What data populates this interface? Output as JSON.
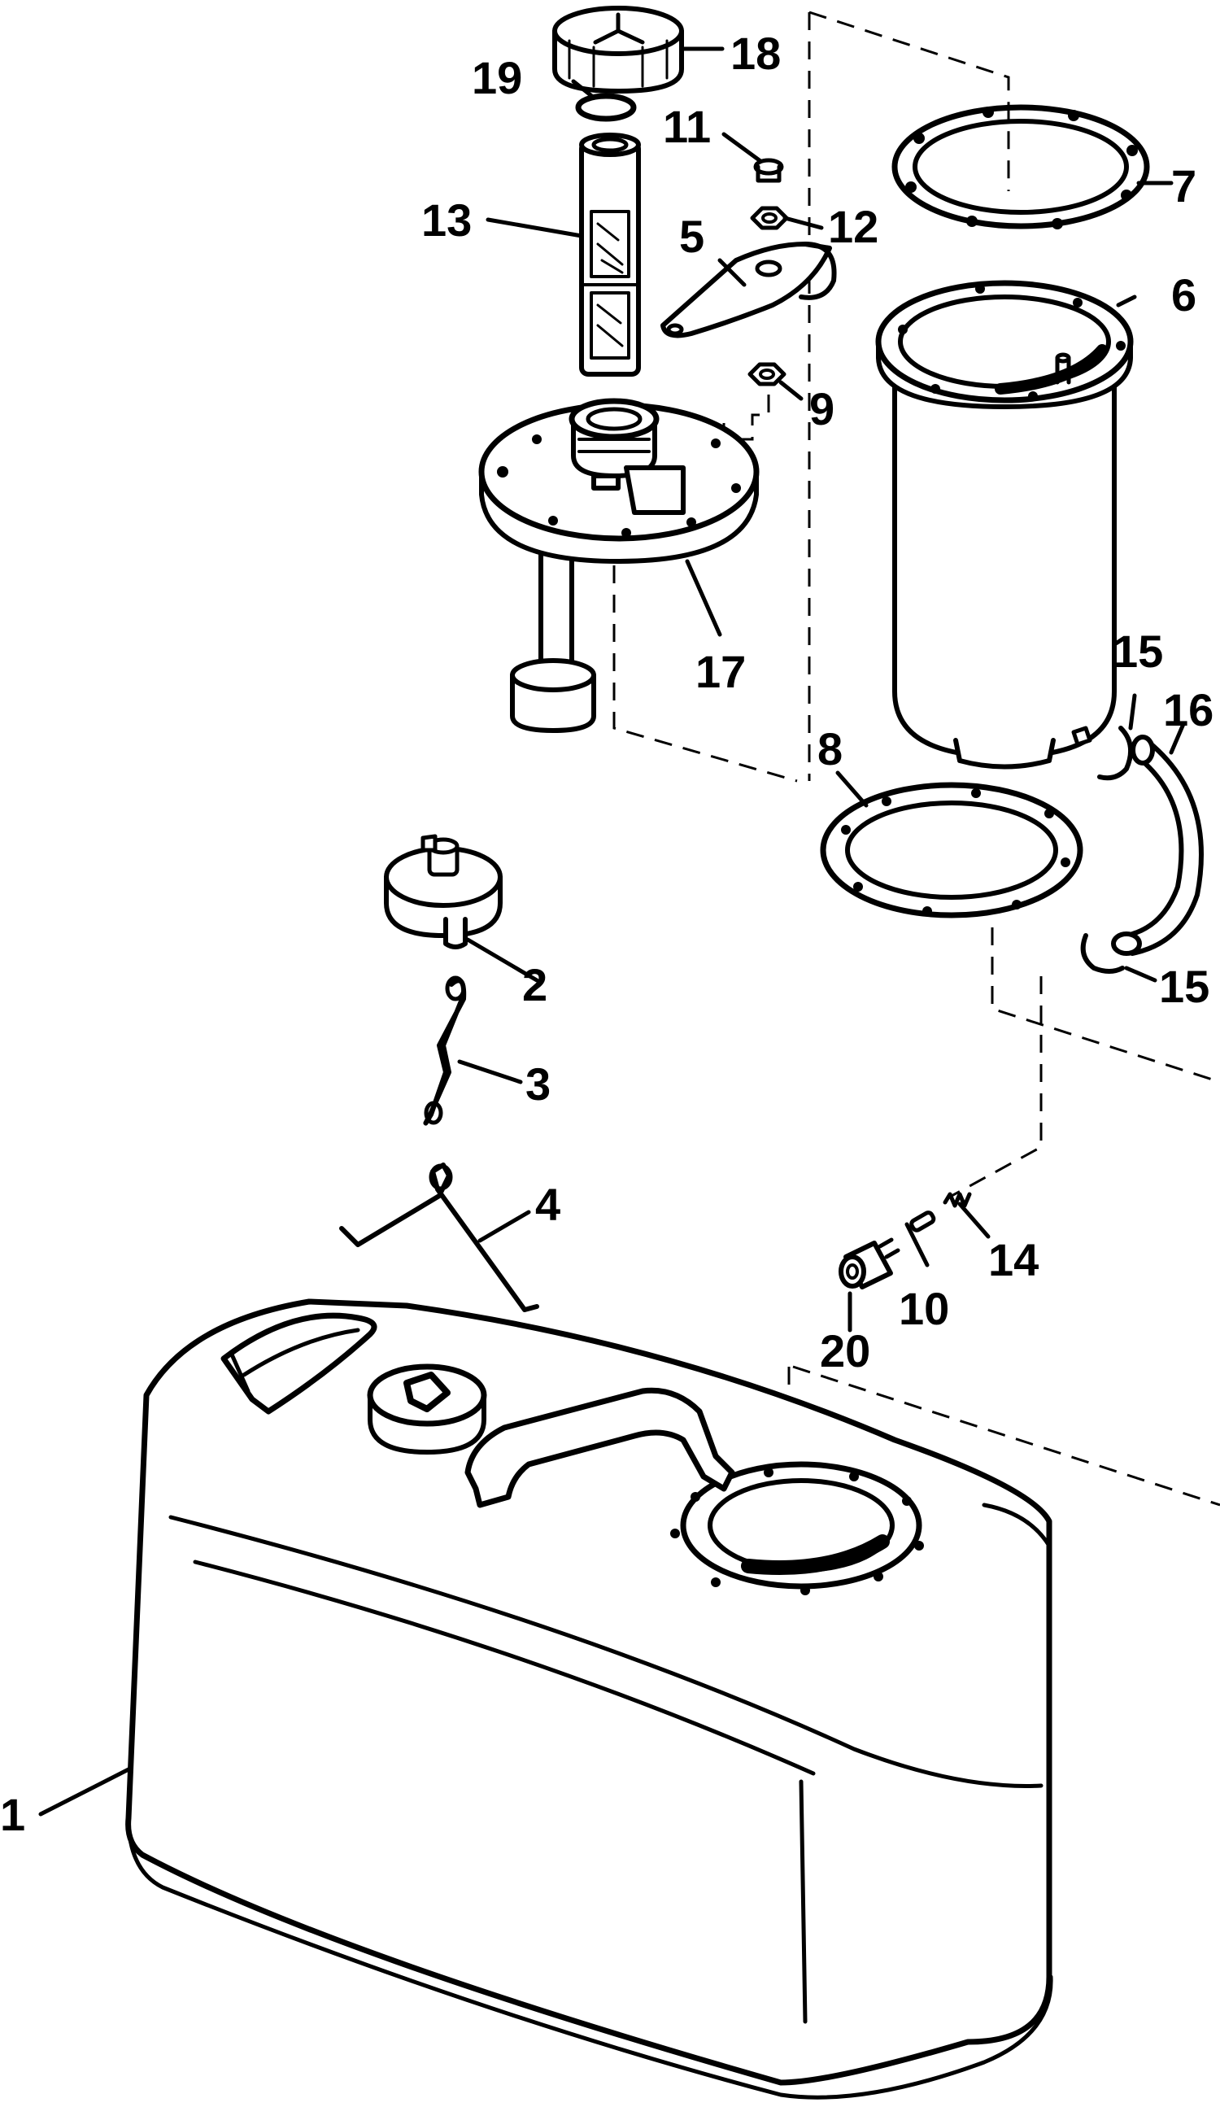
{
  "callouts": {
    "c1": "1",
    "c2": "2",
    "c3": "3",
    "c4": "4",
    "c5": "5",
    "c6": "6",
    "c7": "7",
    "c8": "8",
    "c9": "9",
    "c10": "10",
    "c11": "11",
    "c12": "12",
    "c13": "13",
    "c14": "14",
    "c15a": "15",
    "c15b": "15",
    "c16": "16",
    "c17": "17",
    "c18": "18",
    "c19": "19",
    "c20": "20"
  }
}
